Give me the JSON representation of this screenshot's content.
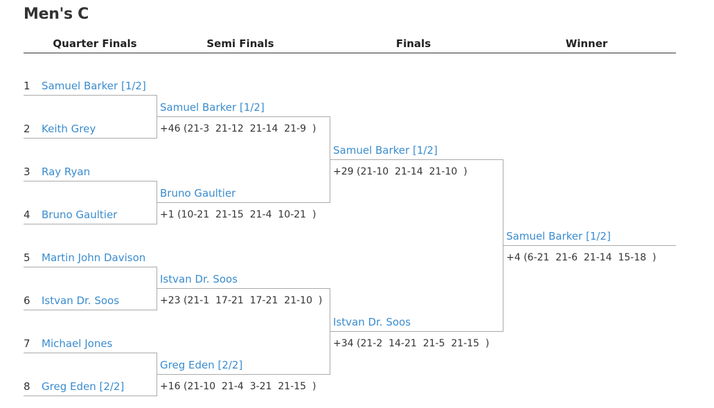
{
  "title": "Men's C",
  "headers": [
    "Quarter Finals",
    "Semi Finals",
    "Finals",
    "Winner"
  ],
  "quarter_finals": [
    {
      "seed": "1",
      "name": "Samuel Barker [1/2]"
    },
    {
      "seed": "2",
      "name": "Keith Grey"
    },
    {
      "seed": "3",
      "name": "Ray Ryan"
    },
    {
      "seed": "4",
      "name": "Bruno Gaultier"
    },
    {
      "seed": "5",
      "name": "Martin John Davison"
    },
    {
      "seed": "6",
      "name": "Istvan Dr. Soos"
    },
    {
      "seed": "7",
      "name": "Michael Jones"
    },
    {
      "seed": "8",
      "name": "Greg Eden [2/2]"
    }
  ],
  "semi_finals": [
    {
      "name": "Samuel Barker [1/2]",
      "score": "+46 (21-3  21-12  21-14  21-9  )"
    },
    {
      "name": "Bruno Gaultier",
      "score": "+1 (10-21  21-15  21-4  10-21  )"
    },
    {
      "name": "Istvan Dr. Soos",
      "score": "+23 (21-1  17-21  17-21  21-10  )"
    },
    {
      "name": "Greg Eden [2/2]",
      "score": "+16 (21-10  21-4  3-21  21-15  )"
    }
  ],
  "finals": [
    {
      "name": "Samuel Barker [1/2]",
      "score": "+29 (21-10  21-14  21-10  )"
    },
    {
      "name": "Istvan Dr. Soos",
      "score": "+34 (21-2  14-21  21-5  21-15  )"
    }
  ],
  "winner": {
    "name": "Samuel Barker [1/2]",
    "score": "+4 (6-21  21-6  21-14  15-18  )"
  }
}
